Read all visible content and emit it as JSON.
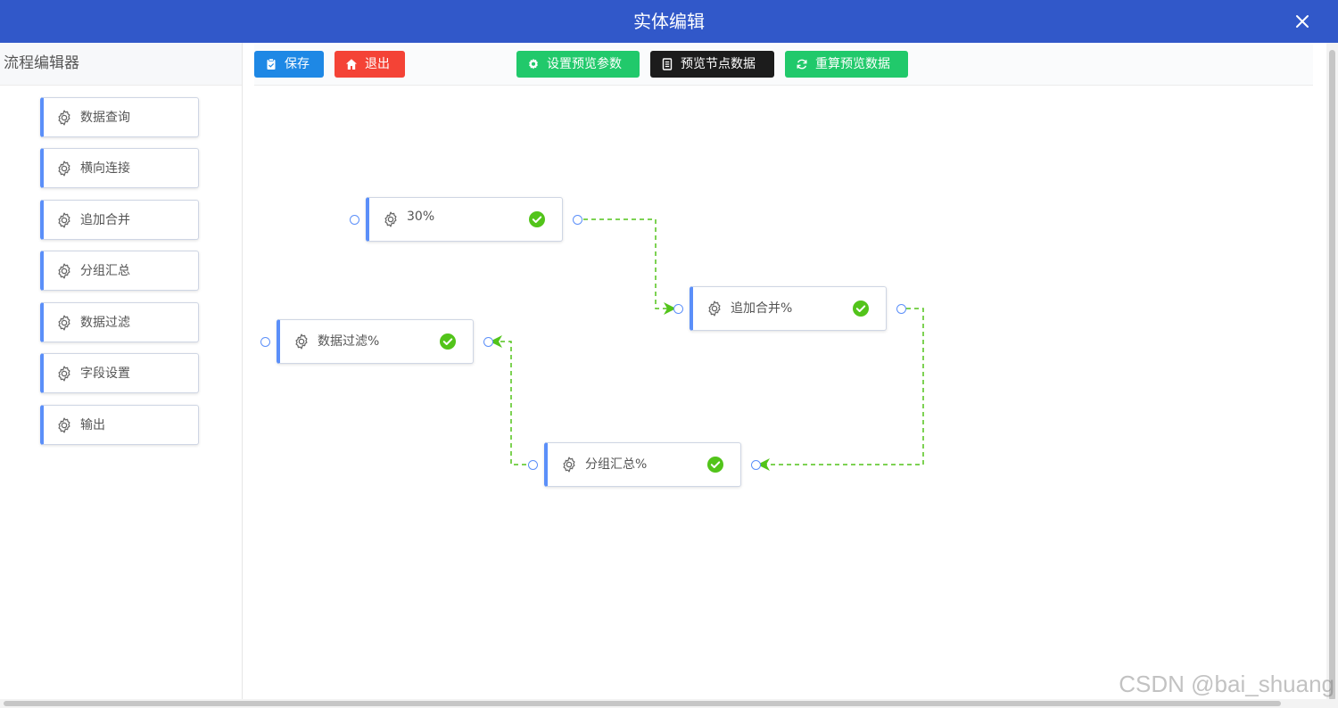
{
  "dialog": {
    "title": "实体编辑"
  },
  "sidebar": {
    "title": "流程编辑器",
    "items": [
      {
        "label": "数据查询",
        "icon": "gear-icon"
      },
      {
        "label": "横向连接",
        "icon": "gear-icon"
      },
      {
        "label": "追加合并",
        "icon": "gear-icon"
      },
      {
        "label": "分组汇总",
        "icon": "gear-icon"
      },
      {
        "label": "数据过滤",
        "icon": "gear-icon"
      },
      {
        "label": "字段设置",
        "icon": "gear-icon"
      },
      {
        "label": "输出",
        "icon": "gear-icon"
      }
    ]
  },
  "toolbar": {
    "save": {
      "label": "保存",
      "icon": "clipboard-icon",
      "color": "#1e88e5"
    },
    "exit": {
      "label": "退出",
      "icon": "home-icon",
      "color": "#f44336"
    },
    "preview_params": {
      "label": "设置预览参数",
      "icon": "gear-icon",
      "color": "#21c96b"
    },
    "preview_node": {
      "label": "预览节点数据",
      "icon": "document-icon",
      "color": "#1c1c1c"
    },
    "recalc_preview": {
      "label": "重算预览数据",
      "icon": "refresh-icon",
      "color": "#21c96b"
    }
  },
  "flow": {
    "nodes": [
      {
        "id": "n1",
        "label": "30%",
        "status": "success"
      },
      {
        "id": "n2",
        "label": "追加合并%",
        "status": "success"
      },
      {
        "id": "n3",
        "label": "数据过滤%",
        "status": "success"
      },
      {
        "id": "n4",
        "label": "分组汇总%",
        "status": "success"
      }
    ],
    "edges": [
      {
        "from": "n1",
        "to": "n2"
      },
      {
        "from": "n2",
        "to": "n4"
      },
      {
        "from": "n4",
        "to": "n3"
      }
    ]
  },
  "watermark": "CSDN @bai_shuang",
  "colors": {
    "header": "#3158c9",
    "accent": "#5b8ff9",
    "edge": "#52c41a",
    "success": "#52c41a"
  }
}
